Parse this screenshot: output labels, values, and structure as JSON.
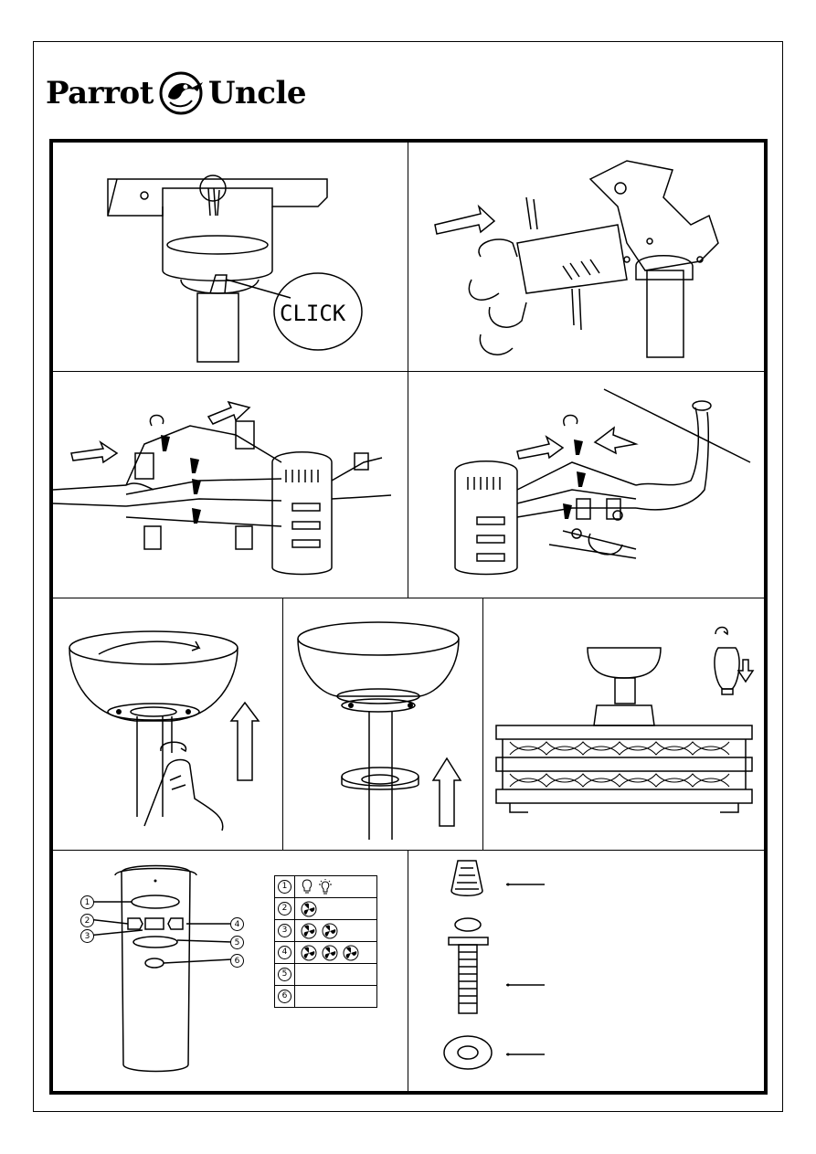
{
  "brand": {
    "left_word": "Parrot",
    "right_word": "Uncle"
  },
  "step1": {
    "callout": "CLICK"
  },
  "remote": {
    "buttons": [
      {
        "num": "1"
      },
      {
        "num": "2"
      },
      {
        "num": "3"
      },
      {
        "num": "4"
      },
      {
        "num": "5"
      },
      {
        "num": "6"
      }
    ]
  },
  "legend": {
    "rows": [
      {
        "num": "1",
        "icons": [
          "bulb-off-icon",
          "bulb-on-icon"
        ]
      },
      {
        "num": "2",
        "icons": [
          "fan-speed-icon"
        ]
      },
      {
        "num": "3",
        "icons": [
          "fan-speed-icon",
          "fan-speed-icon"
        ]
      },
      {
        "num": "4",
        "icons": [
          "fan-speed-icon",
          "fan-speed-icon",
          "fan-speed-icon"
        ]
      },
      {
        "num": "5",
        "icons": []
      },
      {
        "num": "6",
        "icons": []
      }
    ]
  },
  "hardware": {
    "items": [
      "wire-nut",
      "screw",
      "washer"
    ]
  }
}
